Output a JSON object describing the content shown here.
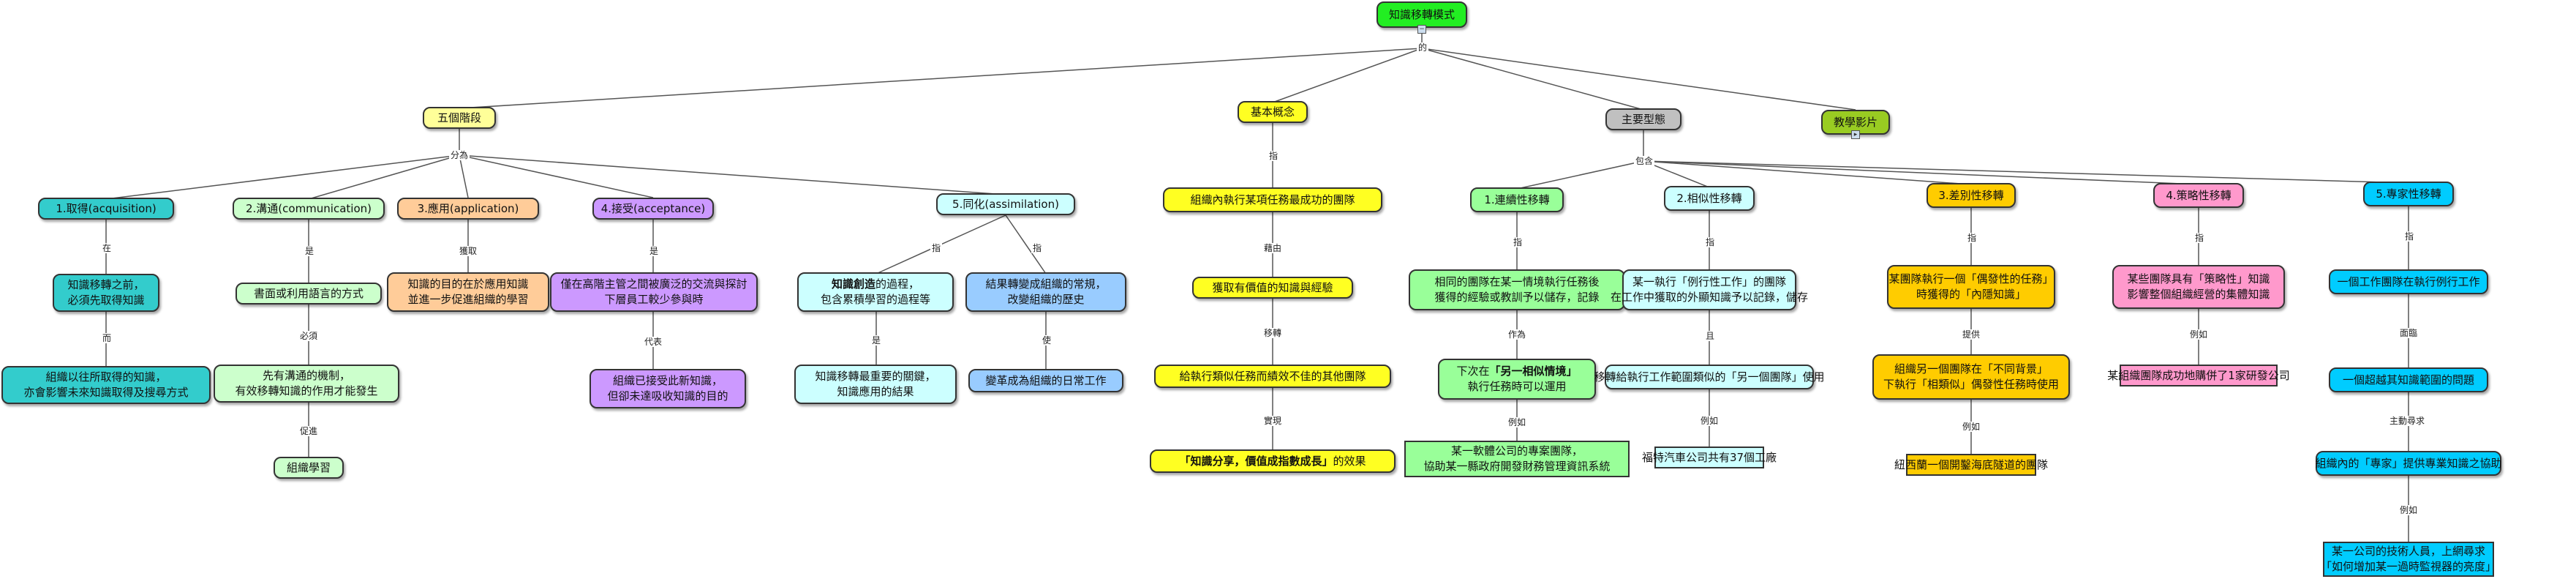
{
  "root": {
    "title": "知識移轉模式"
  },
  "edge_labels": {
    "root_of": "的",
    "five_stages_split": "分為",
    "basic_concept_link": "指",
    "types_include": "包含",
    "acq_in": "在",
    "acq_then": "而",
    "comm_is": "是",
    "comm_must": "必須",
    "comm_promote": "促進",
    "app_obtain": "獲取",
    "acc_is": "是",
    "acc_represent": "代表",
    "assim_means": "指",
    "assim_is": "是",
    "assim_refers": "指",
    "assim_make": "使",
    "bc_via": "藉由",
    "bc_transfer": "移轉",
    "bc_realize": "實現",
    "t1_refers": "指",
    "t1_as": "作為",
    "t1_eg": "例如",
    "t2_refers": "指",
    "t2_and": "且",
    "t2_eg": "例如",
    "t3_refers": "指",
    "t3_provide": "提供",
    "t3_eg": "例如",
    "t4_refers": "指",
    "t4_eg": "例如",
    "t5_refers": "指",
    "t5_face": "面臨",
    "t5_seek": "主動尋求",
    "t5_eg": "例如"
  },
  "five_stages": {
    "title": "五個階段",
    "acquisition": {
      "title": "1.取得(acquisition)",
      "n1": [
        "知識移轉之前，",
        "必須先取得知識"
      ],
      "n2": [
        "組織以往所取得的知識，",
        "亦會影響未來知識取得及搜尋方式"
      ]
    },
    "communication": {
      "title": "2.溝通(communication)",
      "n1": "書面或利用語言的方式",
      "n2": [
        "先有溝通的機制，",
        "有效移轉知識的作用才能發生"
      ],
      "n3": "組織學習"
    },
    "application": {
      "title": "3.應用(application)",
      "n1": [
        "知識的目的在於應用知識",
        "並進一步促進組織的學習"
      ]
    },
    "acceptance": {
      "title": "4.接受(acceptance)",
      "n1": [
        "僅在高階主管之間被廣泛的交流與探討",
        "下層員工較少參與時"
      ],
      "n2": [
        "組織已接受此新知識，",
        "但卻未達吸收知識的目的"
      ]
    },
    "assimilation": {
      "title": "5.同化(assimilation)",
      "n1_bold": "知識創造",
      "n1_rest": "的過程，",
      "n1_line2": "包含累積學習的過程等",
      "n2": [
        "知識移轉最重要的關鍵，",
        "知識應用的結果"
      ],
      "n3": [
        "結果轉變成組織的常規，",
        "改變組織的歷史"
      ],
      "n4": "變革成為組織的日常工作"
    }
  },
  "basic_concept": {
    "title": "基本概念",
    "n1": "組織內執行某項任務最成功的團隊",
    "n2": "獲取有價值的知識與經驗",
    "n3": "給執行類似任務而績效不佳的其他團隊",
    "n4_bold": "「知識分享，價值成指數成長」",
    "n4_rest": "的效果"
  },
  "main_types": {
    "title": "主要型態",
    "t1": {
      "title": "1.連續性移轉",
      "n1": [
        "相同的團隊在某一情境執行任務後",
        "獲得的經驗或教訓予以儲存，記錄"
      ],
      "n2_pre": "下次在",
      "n2_bold": "「另一相似情境」",
      "n2_line2": "執行任務時可以運用",
      "n3": [
        "某一軟體公司的專案團隊，",
        "協助某一縣政府開發財務管理資訊系統"
      ]
    },
    "t2": {
      "title": "2.相似性移轉",
      "n1": [
        "某一執行「例行性工作」的團隊",
        "在工作中獲取的外顯知識予以記錄，儲存"
      ],
      "n2": "移轉給執行工作範圍類似的「另一個團隊」使用",
      "n3": "福特汽車公司共有37個工廠"
    },
    "t3": {
      "title": "3.差別性移轉",
      "n1": [
        "某團隊執行一個「偶發性的任務」",
        "時獲得的「內隱知識」"
      ],
      "n2": [
        "組織另一個團隊在「不同背景」",
        "下執行「相類似」偶發性任務時使用"
      ],
      "n3": "紐西蘭一個開鑿海底隧道的團隊"
    },
    "t4": {
      "title": "4.策略性移轉",
      "n1": [
        "某些團隊具有「策略性」知識",
        "影響整個組織經營的集體知識"
      ],
      "n2": "某組織團隊成功地購併了1家研發公司"
    },
    "t5": {
      "title": "5.專家性移轉",
      "n1": "一個工作團隊在執行例行工作",
      "n2": "一個超越其知識範圍的問題",
      "n3": "組織內的「專家」提供專業知識之協助",
      "n4": [
        "某一公司的技術人員，上網尋求",
        "「如何增加某一過時監視器的亮度」"
      ]
    }
  },
  "videos": {
    "title": "教學影片"
  },
  "colors": {
    "root": "#22ee22",
    "level1_yellow": "#ffff22",
    "stage": "#ffff99",
    "types": "#c0c0c0",
    "videos": "#99cc22",
    "acquisition": "#33cccc",
    "communication": "#ccffcc",
    "application": "#ffcc99",
    "acceptance": "#cc99ff",
    "assimilation": "#ccffff",
    "assim_right": "#99ccff",
    "t1": "#99ff99",
    "t2": "#ccffff",
    "t3": "#ffcc00",
    "t4": "#ff99cc",
    "t5": "#00ccff"
  }
}
